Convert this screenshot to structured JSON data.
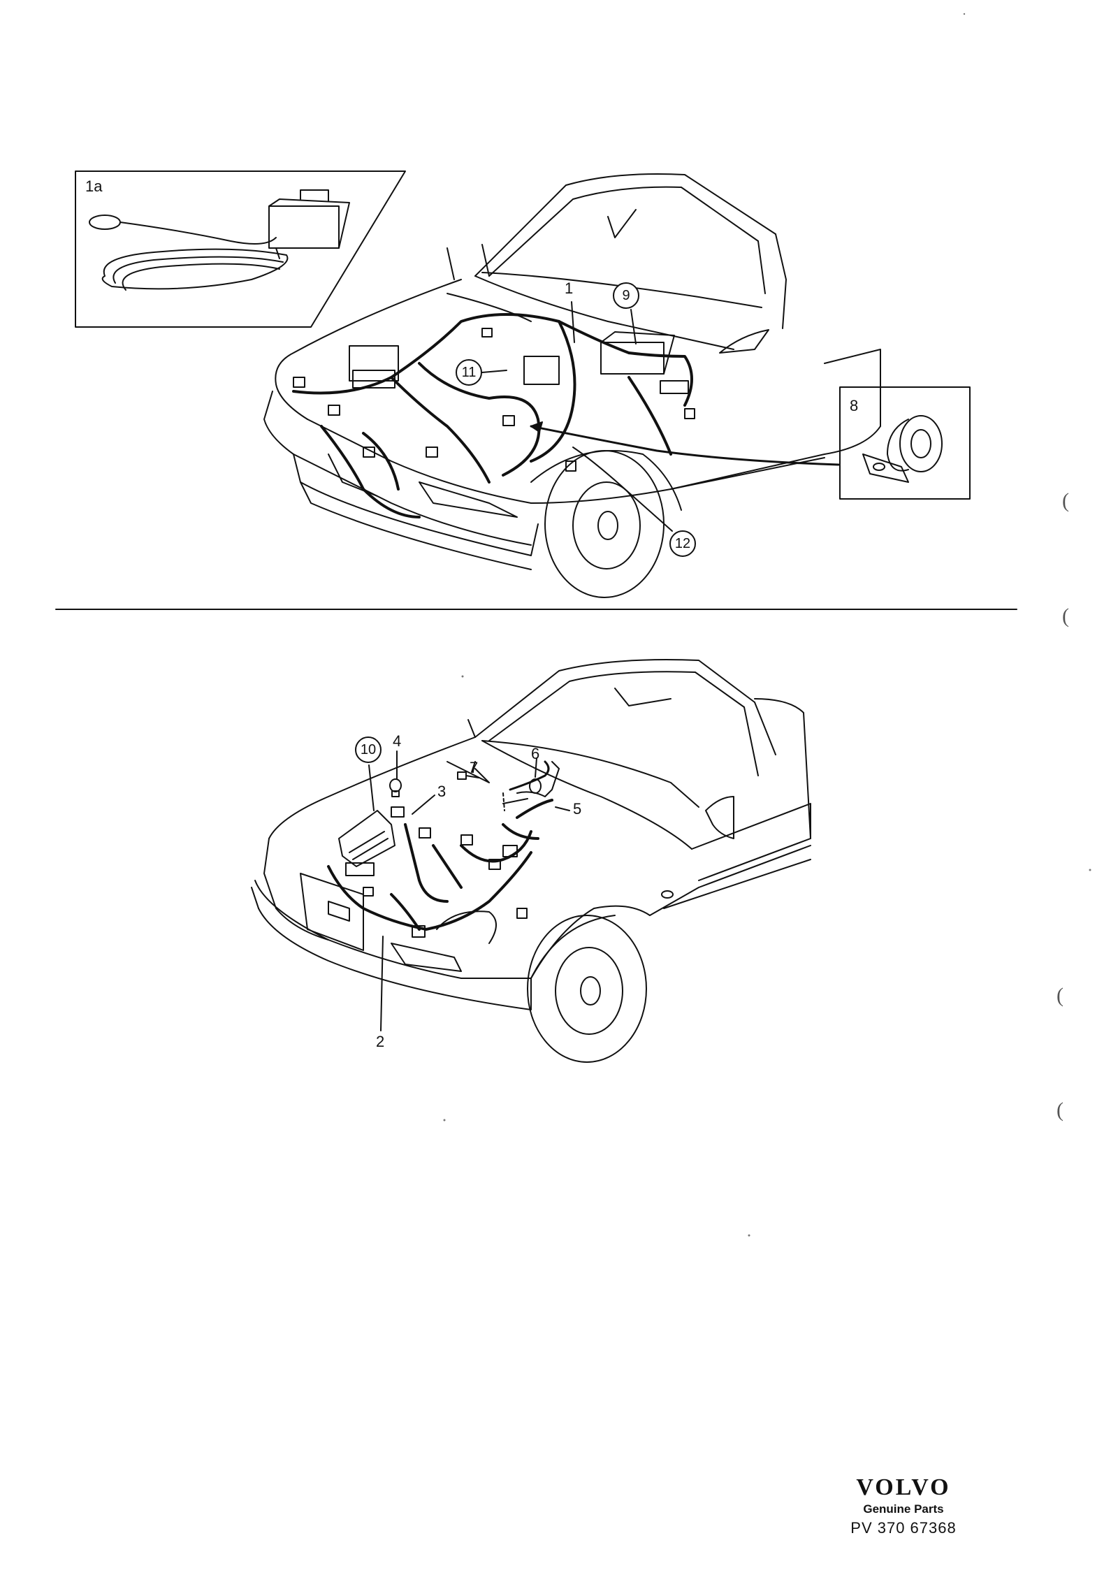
{
  "diagram": {
    "callouts_top": {
      "c1": "1",
      "c9": "9",
      "c11": "11",
      "c12": "12",
      "inset_a": "1a",
      "inset_b": "8"
    },
    "callouts_bottom": {
      "c2": "2",
      "c3": "3",
      "c4": "4",
      "c5": "5",
      "c6": "6",
      "c7": "7",
      "c10": "10"
    }
  },
  "brand": {
    "logo_text": "VOLVO",
    "tagline": "Genuine Parts",
    "part_code": "PV 370  67368"
  },
  "margin_marks": [
    "(",
    "(",
    "(",
    "("
  ],
  "colors": {
    "ink": "#111111",
    "paper": "#ffffff"
  }
}
